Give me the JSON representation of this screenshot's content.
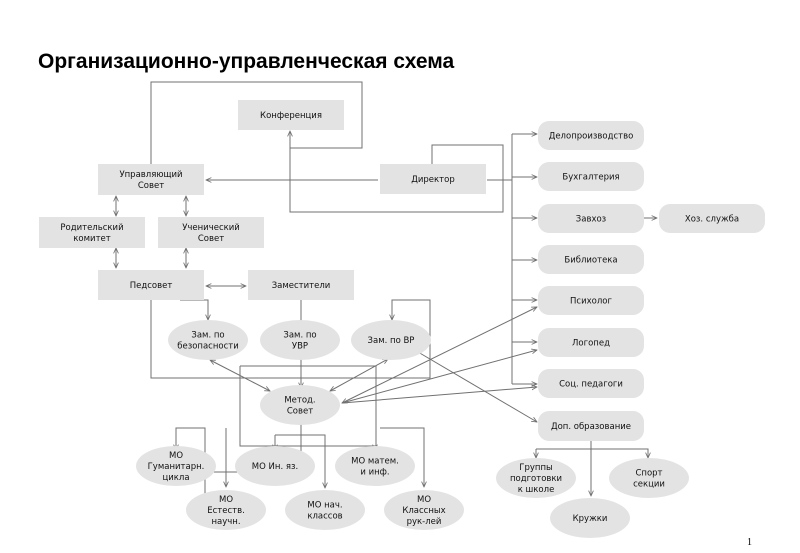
{
  "title": "Организационно-управленческая схема",
  "page_number": "1",
  "colors": {
    "node_fill": "#e3e3e3",
    "line": "#707070",
    "text": "#111111"
  },
  "nodes": {
    "konferenciya": [
      "Конференция"
    ],
    "upr_sovet": [
      "Управляющий",
      "Совет"
    ],
    "direktor": [
      "Директор"
    ],
    "rod_komitet": [
      "Родительский",
      "комитет"
    ],
    "uch_sovet": [
      "Ученический",
      "Совет"
    ],
    "pedsovet": [
      "Педсовет"
    ],
    "zamestiteli": [
      "Заместители"
    ],
    "zam_bez": [
      "Зам. по",
      "безопасности"
    ],
    "zam_uvr": [
      "Зам. по",
      "УВР"
    ],
    "zam_vr": [
      "Зам. по ВР"
    ],
    "metod_sovet": [
      "Метод.",
      "Совет"
    ],
    "deloproizvodstvo": [
      "Делопроизводство"
    ],
    "buhgalteriya": [
      "Бухгалтерия"
    ],
    "zavhoz": [
      "Завхоз"
    ],
    "hoz_sluzhba": [
      "Хоз. служба"
    ],
    "biblioteka": [
      "Библиотека"
    ],
    "psiholog": [
      "Психолог"
    ],
    "logoped": [
      "Логопед"
    ],
    "soc_pedagogi": [
      "Соц. педагоги"
    ],
    "dop_obr": [
      "Доп. образование"
    ],
    "gruppy": [
      "Группы",
      "подготовки",
      "к школе"
    ],
    "sport": [
      "Спорт",
      "секции"
    ],
    "kruzhki": [
      "Кружки"
    ],
    "mo_gum": [
      "МО",
      "Гуманитарн.",
      "цикла"
    ],
    "mo_in": [
      "МО Ин. яз."
    ],
    "mo_mat": [
      "МО  матем.",
      "и инф."
    ],
    "mo_est": [
      "МО",
      "Естеств.",
      "научн."
    ],
    "mo_nach": [
      "МО  нач.",
      "классов"
    ],
    "mo_klass": [
      "МО",
      "Классных",
      "рук-лей"
    ]
  }
}
